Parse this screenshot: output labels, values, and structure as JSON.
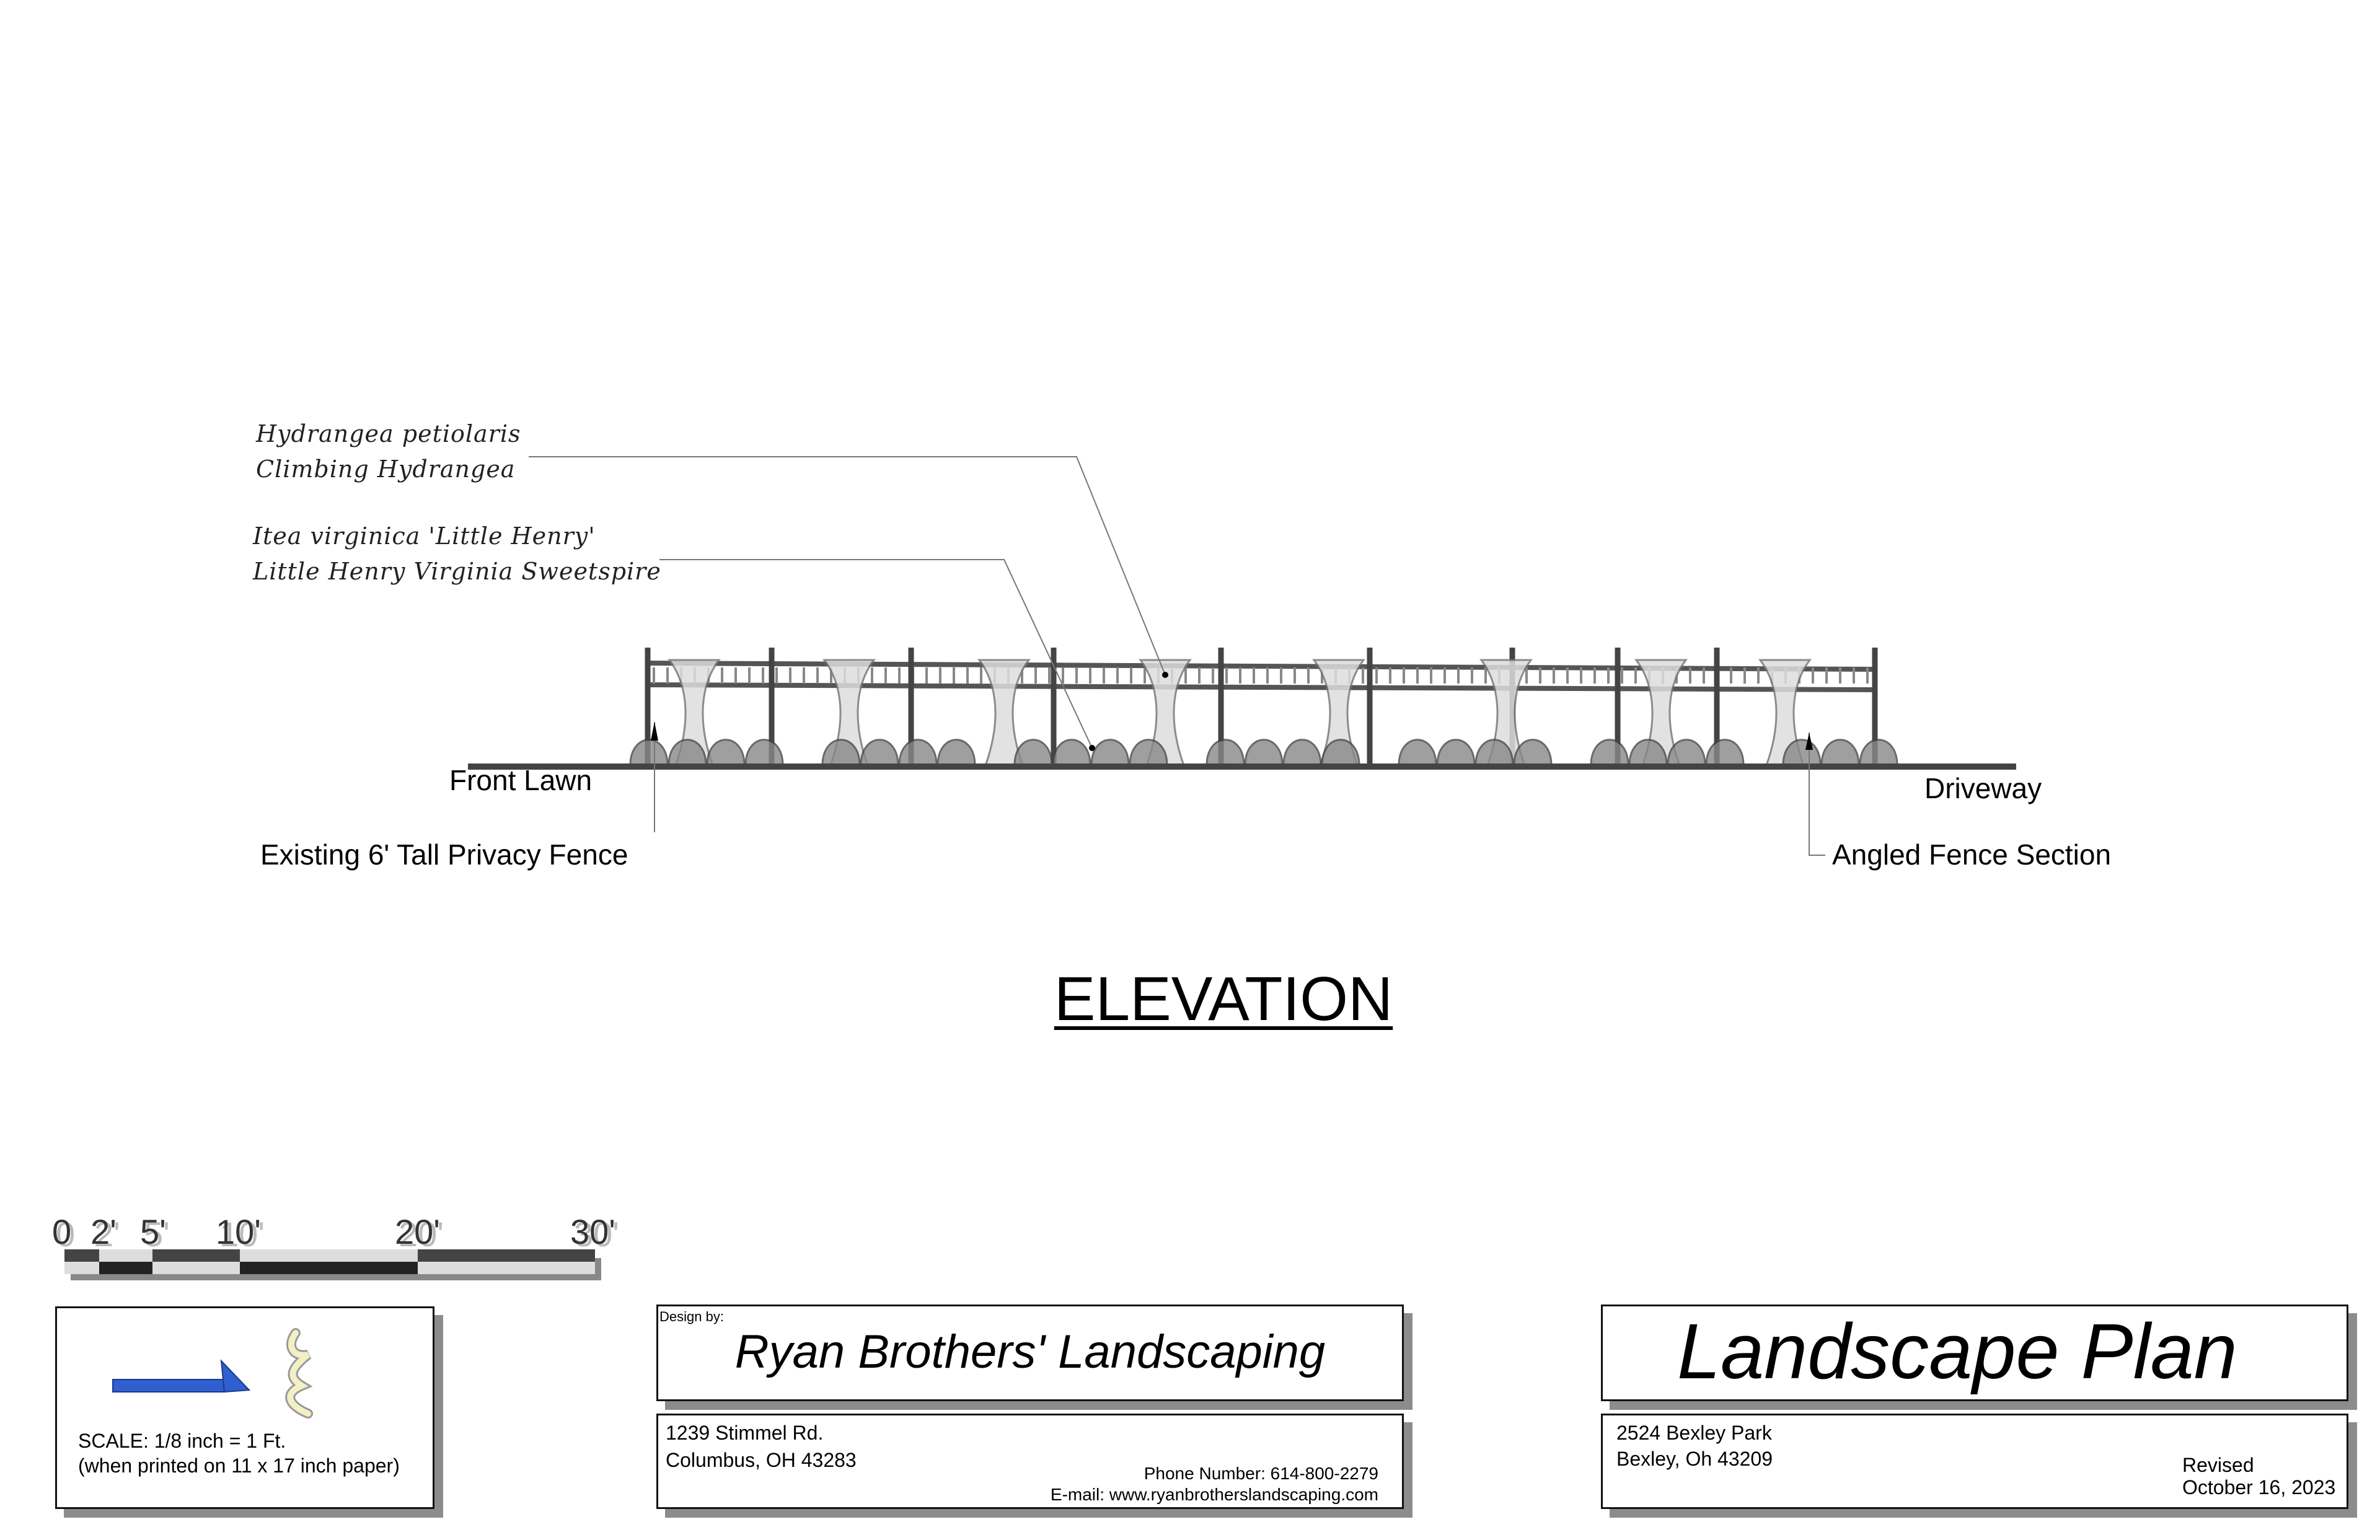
{
  "callouts": {
    "hydrangea": {
      "botanical": "Hydrangea petiolaris",
      "common": "Climbing Hydrangea"
    },
    "itea": {
      "botanical": "Itea virginica 'Little Henry'",
      "common": "Little Henry Virginia Sweetspire"
    }
  },
  "labels": {
    "front_lawn": "Front Lawn",
    "driveway": "Driveway",
    "existing_fence": "Existing 6' Tall Privacy Fence",
    "angled_fence": "Angled Fence Section"
  },
  "title": "ELEVATION",
  "scale_bar": {
    "ticks": [
      "0",
      "2'",
      "5'",
      "10'",
      "20'",
      "30'"
    ]
  },
  "scale_box": {
    "icon": "north-arrow-icon",
    "line1": "SCALE: 1/8 inch = 1 Ft.",
    "line2": "(when printed on 11 x 17  inch paper)"
  },
  "designer": {
    "caption": "Design by:",
    "name": "Ryan Brothers' Landscaping",
    "address1": "1239 Stimmel Rd.",
    "address2": "Columbus, OH 43283",
    "phone": "Phone Number: 614-800-2279",
    "email": "E-mail: www.ryanbrotherslandscaping.com"
  },
  "plan": {
    "title": "Landscape Plan",
    "address1": "2524 Bexley Park",
    "address2": "Bexley, Oh 43209",
    "revised_label": "Revised",
    "revised_date": "October 16, 2023"
  },
  "colors": {
    "arrow": "#2f5fd0",
    "north_glyph": "#f3f0c6"
  }
}
